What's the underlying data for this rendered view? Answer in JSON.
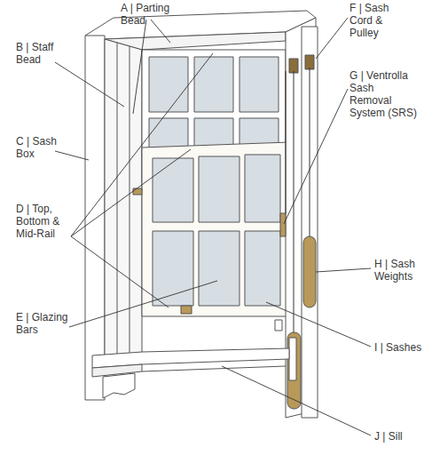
{
  "diagram": {
    "labels": [
      "A | Parting Bead",
      "B | Staff Bead",
      "C | Sash Box",
      "D | Top, Bottom & Mid-Rail",
      "E | Glazing Bars",
      "F | Sash Cord & Pulley",
      "G | Ventrolla Sash Removal System (SRS)",
      "H | Sash Weights",
      "I | Sashes",
      "J | Sill"
    ]
  }
}
